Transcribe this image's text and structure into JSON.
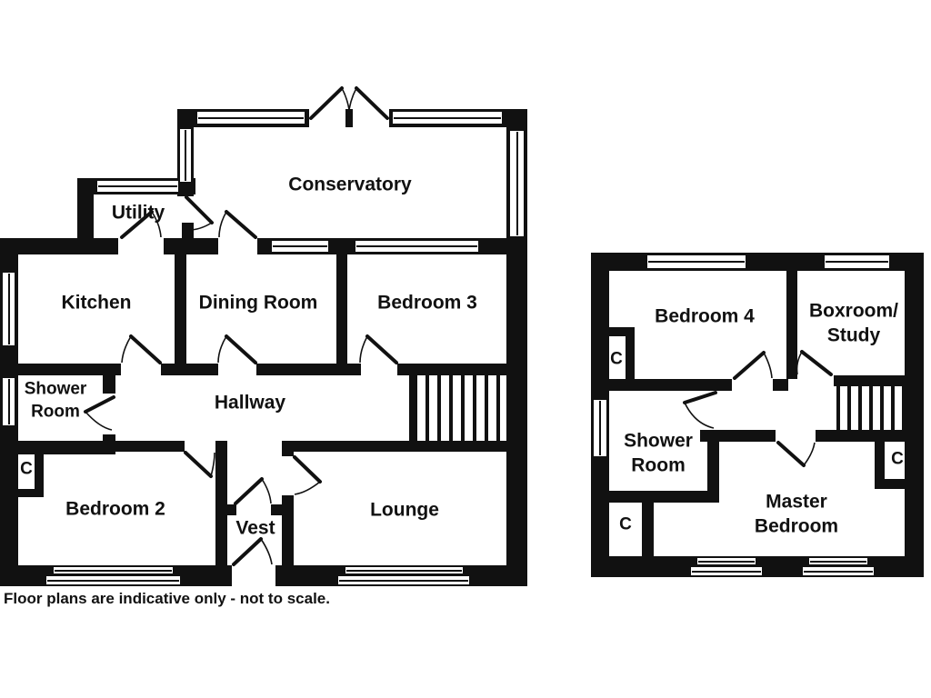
{
  "footer_note": "Floor plans are indicative only - not to scale.",
  "closet_label": "C",
  "colors": {
    "wall": "#111111",
    "background": "#ffffff",
    "text": "#111111"
  },
  "ground_floor": {
    "conservatory": "Conservatory",
    "utility": "Utility",
    "kitchen": "Kitchen",
    "dining_room": "Dining Room",
    "bedroom3": "Bedroom 3",
    "shower_room": "Shower\nRoom",
    "hallway": "Hallway",
    "bedroom2": "Bedroom 2",
    "vest": "Vest",
    "lounge": "Lounge"
  },
  "first_floor": {
    "bedroom4": "Bedroom 4",
    "boxroom_study": "Boxroom/\nStudy",
    "shower_room": "Shower\nRoom",
    "master_bedroom": "Master\nBedroom"
  }
}
